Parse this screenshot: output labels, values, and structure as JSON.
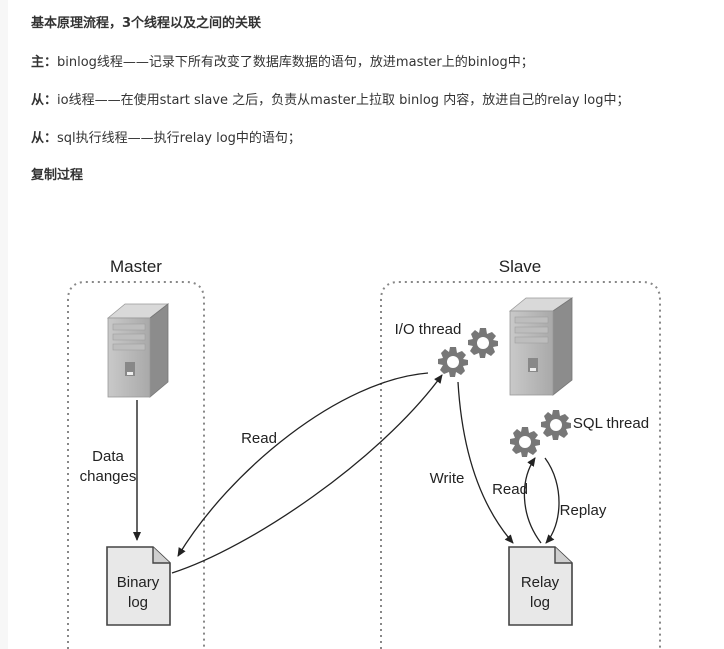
{
  "article": {
    "heading": "基本原理流程，3个线程以及之间的关联",
    "lines": [
      {
        "prefix": "主：",
        "text": "binlog线程——记录下所有改变了数据库数据的语句，放进master上的binlog中；"
      },
      {
        "prefix": "从：",
        "text": "io线程——在使用start slave 之后，负责从master上拉取 binlog 内容，放进自己的relay log中；"
      },
      {
        "prefix": "从：",
        "text": "sql执行线程——执行relay log中的语句；"
      }
    ],
    "subheading": "复制过程"
  },
  "diagram": {
    "master_label": "Master",
    "slave_label": "Slave",
    "data_changes": [
      "Data",
      "changes"
    ],
    "binary_log": [
      "Binary",
      "log"
    ],
    "relay_log": [
      "Relay",
      "log"
    ],
    "read_label": "Read",
    "io_thread_label": "I/O thread",
    "sql_thread_label": "SQL thread",
    "write_label": "Write",
    "read2_label": "Read",
    "replay_label": "Replay"
  }
}
